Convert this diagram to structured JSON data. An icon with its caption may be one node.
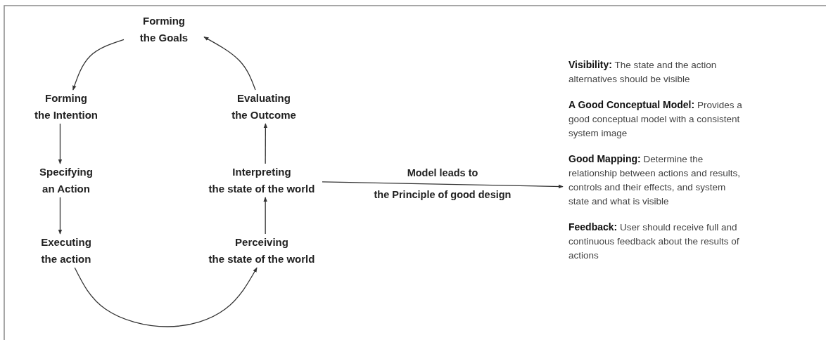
{
  "diagram": {
    "nodes": [
      {
        "text": [
          "Forming the Goals"
        ]
      },
      {
        "text": [
          "Forming the Intention"
        ]
      },
      {
        "text": [
          "Specifying an Action"
        ]
      },
      {
        "text": [
          "Executing the action"
        ]
      },
      {
        "text": [
          "Perceiving the state of the world"
        ]
      },
      {
        "text": [
          "Interpreting the state of the world"
        ]
      },
      {
        "text": [
          "Evaluating the Outcome"
        ]
      },
      {
        "text": [
          "**Visibility:** The state and the action alternatives should be visible",
          "**A Good Conceptual Model:** Provides a good conceptual model with a consistent system image",
          "**Good Mapping:** Determine the relationship between actions and results, controls and their effects, and system state and what is visible",
          "**Feedback:** User should receive full and continuous feedback about the results of actions"
        ]
      }
    ],
    "edges": [
      {
        "from": 0,
        "to": 1,
        "arrow": "to"
      },
      {
        "from": 1,
        "to": 2,
        "arrow": "to"
      },
      {
        "from": 2,
        "to": 3,
        "arrow": "to"
      },
      {
        "from": 3,
        "to": 4,
        "arrow": "to"
      },
      {
        "from": 4,
        "to": 5,
        "arrow": "to"
      },
      {
        "from": 5,
        "to": 6,
        "arrow": "to"
      },
      {
        "from": 6,
        "to": 0,
        "arrow": "to"
      },
      {
        "from": 5,
        "to": 7,
        "label": "Model leads to the Principle of good design",
        "arrow": "to"
      }
    ]
  }
}
